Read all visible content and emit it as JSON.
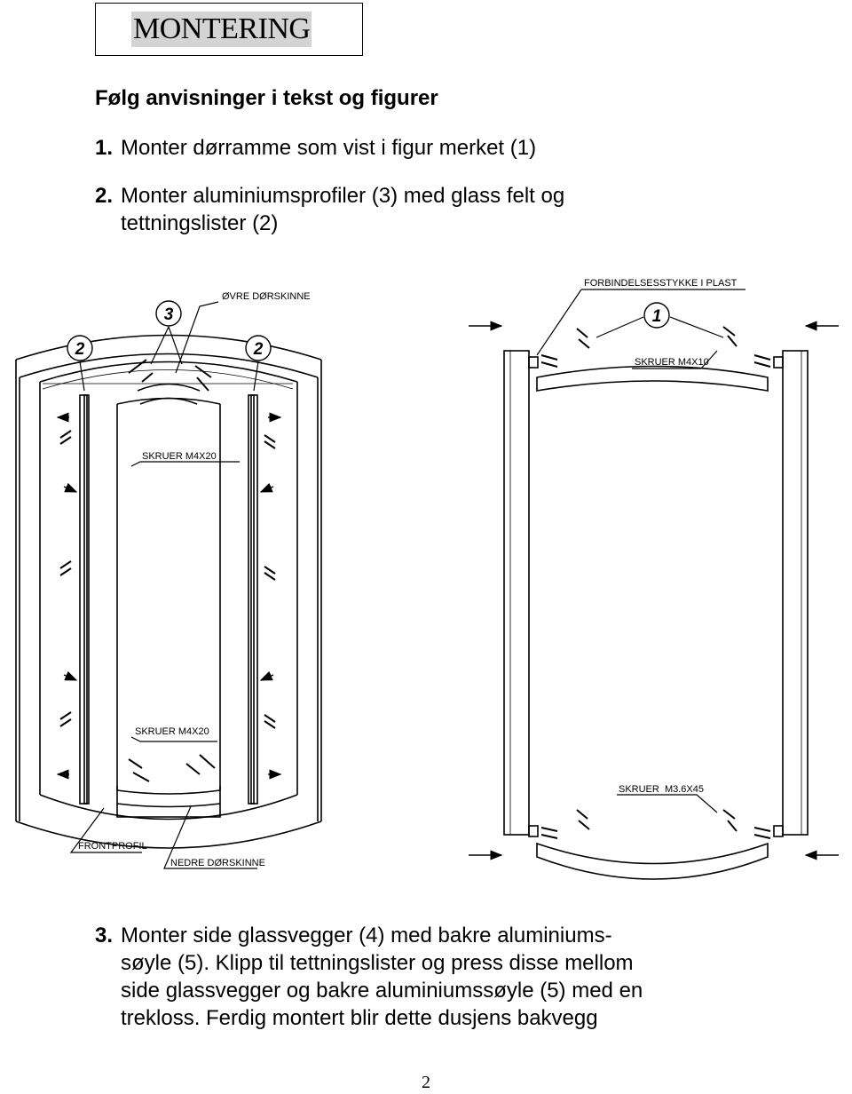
{
  "title": "MONTERING",
  "heading": "Følg anvisninger i tekst og figurer",
  "steps": [
    {
      "number": "1.",
      "lines": [
        "Monter dørramme som vist i figur merket (1)"
      ]
    },
    {
      "number": "2.",
      "lines": [
        "Monter aluminiumsprofiler (3) med glass felt og",
        "tettningslister (2)"
      ]
    },
    {
      "number": "3.",
      "lines": [
        "Monter side glassvegger (4) med bakre aluminiums-",
        "søyle (5). Klipp til tettningslister og press disse mellom",
        "side glassvegger og bakre aluminiumssøyle (5) med en",
        "trekloss. Ferdig montert blir dette dusjens bakvegg"
      ]
    }
  ],
  "figure_left": {
    "callout_3": "3",
    "callout_2a": "2",
    "callout_2b": "2",
    "label_upper_rail": "ØVRE DØRSKINNE",
    "label_screws_top": "SKRUER M4X20",
    "label_screws_bottom": "SKRUER M4X20",
    "label_front_profile": "FRONTPROFIL",
    "label_lower_rail": "NEDRE DØRSKINNE"
  },
  "figure_right": {
    "label_connector": "FORBINDELSESSTYKKE I PLAST",
    "callout_1": "1",
    "label_screws_top": "SKRUER M4X10",
    "label_screws_bottom": "SKRUER  M3.6X45"
  },
  "page_number": "2"
}
